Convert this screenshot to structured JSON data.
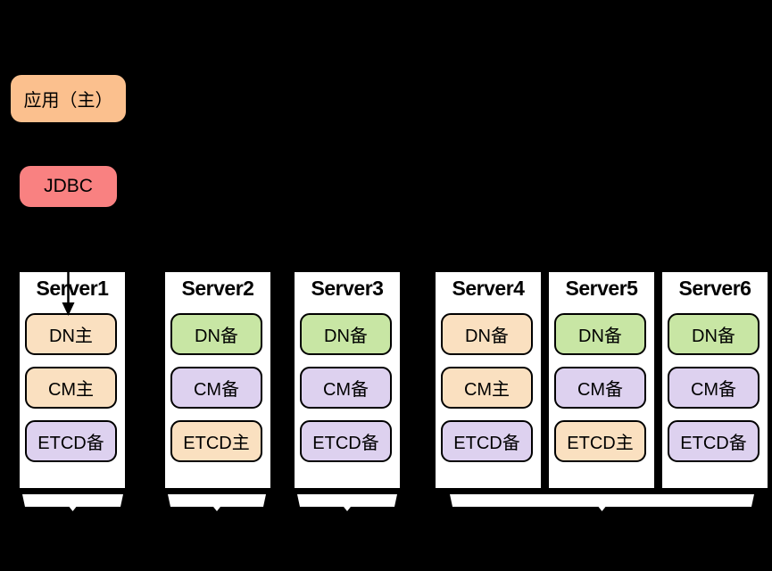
{
  "app_box": {
    "label": "应用（主）"
  },
  "jdbc_box": {
    "label": "JDBC"
  },
  "servers": [
    {
      "name": "Server1",
      "components": [
        {
          "label": "DN主",
          "color": "peach"
        },
        {
          "label": "CM主",
          "color": "peach"
        },
        {
          "label": "ETCD备",
          "color": "purple"
        }
      ]
    },
    {
      "name": "Server2",
      "components": [
        {
          "label": "DN备",
          "color": "green"
        },
        {
          "label": "CM备",
          "color": "purple"
        },
        {
          "label": "ETCD主",
          "color": "peach"
        }
      ]
    },
    {
      "name": "Server3",
      "components": [
        {
          "label": "DN备",
          "color": "green"
        },
        {
          "label": "CM备",
          "color": "purple"
        },
        {
          "label": "ETCD备",
          "color": "purple"
        }
      ]
    },
    {
      "name": "Server4",
      "components": [
        {
          "label": "DN备",
          "color": "peach"
        },
        {
          "label": "CM主",
          "color": "peach"
        },
        {
          "label": "ETCD备",
          "color": "purple"
        }
      ]
    },
    {
      "name": "Server5",
      "components": [
        {
          "label": "DN备",
          "color": "green"
        },
        {
          "label": "CM备",
          "color": "purple"
        },
        {
          "label": "ETCD主",
          "color": "peach"
        }
      ]
    },
    {
      "name": "Server6",
      "components": [
        {
          "label": "DN备",
          "color": "green"
        },
        {
          "label": "CM备",
          "color": "purple"
        },
        {
          "label": "ETCD备",
          "color": "purple"
        }
      ]
    }
  ],
  "colors": {
    "background": "#000000",
    "panel": "#FFFFFF",
    "app_box": "#FBC08E",
    "jdbc_box": "#F98181",
    "primary_peach": "#FAE0C0",
    "standby_green": "#C8E6A4",
    "standby_purple": "#DDD1EF",
    "outline": "#000000"
  }
}
